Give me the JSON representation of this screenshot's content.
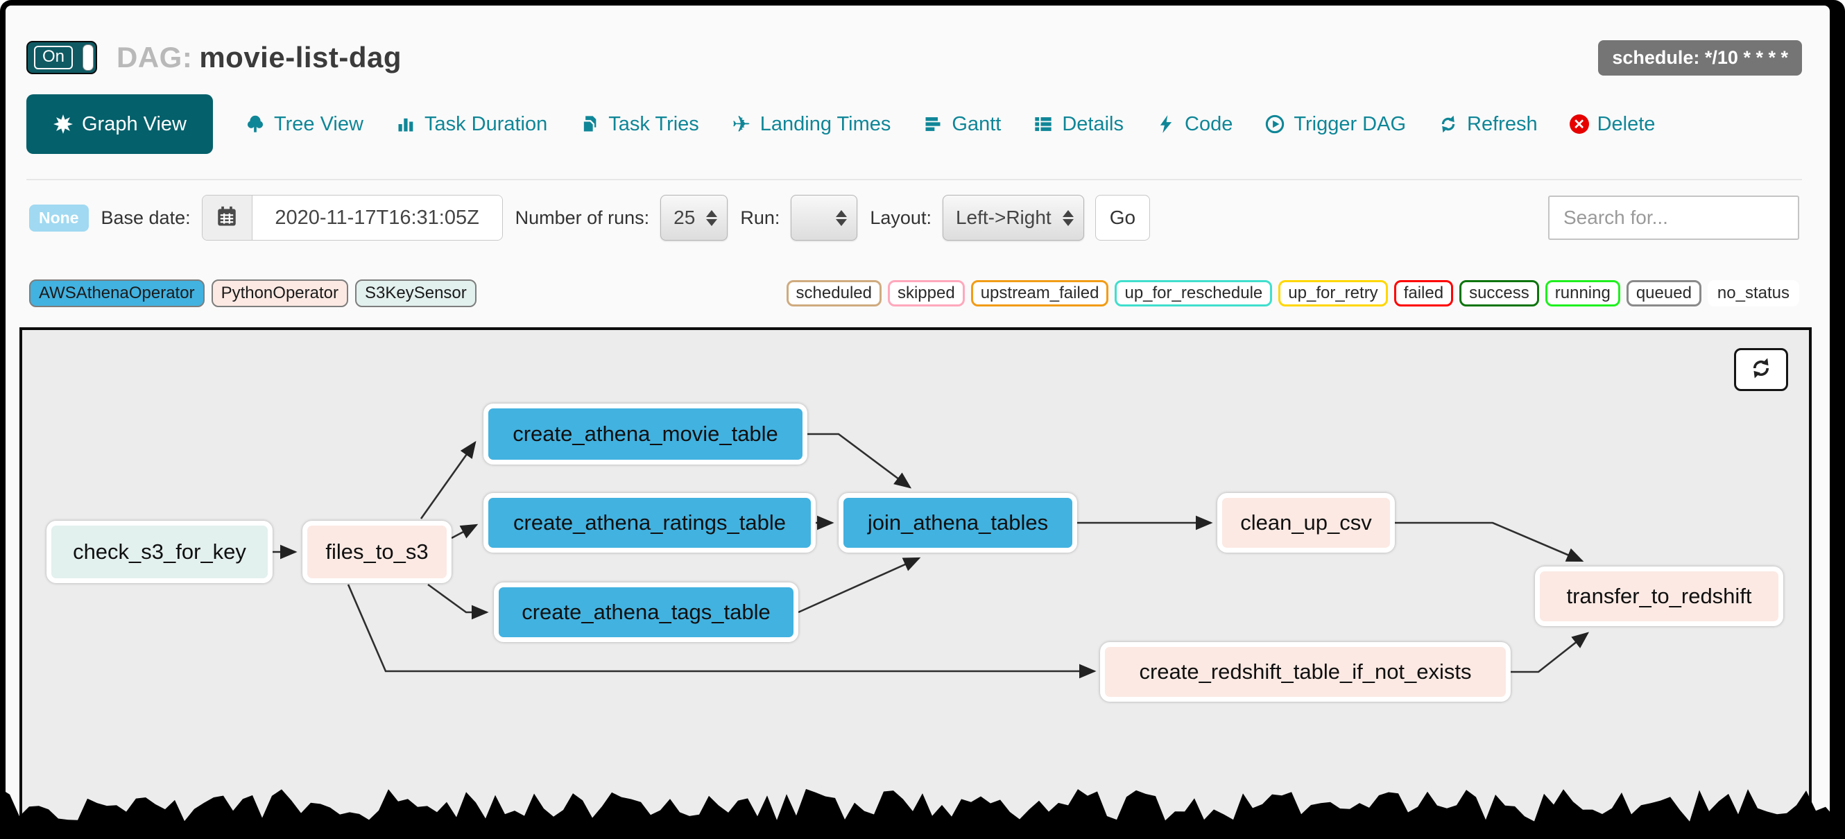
{
  "header": {
    "toggle_label": "On",
    "title_prefix": "DAG:",
    "dag_name": "movie-list-dag",
    "schedule_badge": "schedule: */10 * * * *"
  },
  "nav": {
    "items": [
      {
        "label": "Graph View",
        "icon": "sunburst-icon",
        "active": true
      },
      {
        "label": "Tree View",
        "icon": "tree-icon",
        "active": false
      },
      {
        "label": "Task Duration",
        "icon": "bar-chart-icon",
        "active": false
      },
      {
        "label": "Task Tries",
        "icon": "copy-icon",
        "active": false
      },
      {
        "label": "Landing Times",
        "icon": "plane-icon",
        "active": false
      },
      {
        "label": "Gantt",
        "icon": "gantt-icon",
        "active": false
      },
      {
        "label": "Details",
        "icon": "list-icon",
        "active": false
      },
      {
        "label": "Code",
        "icon": "bolt-icon",
        "active": false
      },
      {
        "label": "Trigger DAG",
        "icon": "play-circle-icon",
        "active": false
      },
      {
        "label": "Refresh",
        "icon": "refresh-icon",
        "active": false
      },
      {
        "label": "Delete",
        "icon": "delete-icon",
        "active": false
      }
    ]
  },
  "filters": {
    "none_badge": "None",
    "base_date_label": "Base date:",
    "base_date_value": "2020-11-17T16:31:05Z",
    "num_runs_label": "Number of runs:",
    "num_runs_value": "25",
    "run_label": "Run:",
    "run_value": "",
    "layout_label": "Layout:",
    "layout_value": "Left->Right",
    "go_label": "Go",
    "search_placeholder": "Search for..."
  },
  "legend": {
    "operators": [
      {
        "label": "AWSAthenaOperator",
        "color": "#42b2e0"
      },
      {
        "label": "PythonOperator",
        "color": "#fce9e3"
      },
      {
        "label": "S3KeySensor",
        "color": "#e2f0ee"
      }
    ],
    "states": [
      {
        "label": "scheduled",
        "color": "#cfab7f"
      },
      {
        "label": "skipped",
        "color": "#ffa8bc"
      },
      {
        "label": "upstream_failed",
        "color": "#f29c16"
      },
      {
        "label": "up_for_reschedule",
        "color": "#3fdfcd"
      },
      {
        "label": "up_for_retry",
        "color": "#ffd700"
      },
      {
        "label": "failed",
        "color": "#ff0000"
      },
      {
        "label": "success",
        "color": "#0c750c"
      },
      {
        "label": "running",
        "color": "#1ff01f"
      },
      {
        "label": "queued",
        "color": "#8a8a8a"
      },
      {
        "label": "no_status",
        "color": "#ffffff"
      }
    ]
  },
  "graph": {
    "nodes": [
      {
        "label": "check_s3_for_key",
        "operator": "S3KeySensor",
        "color": "#e2f0ee"
      },
      {
        "label": "files_to_s3",
        "operator": "PythonOperator",
        "color": "#fce9e3"
      },
      {
        "label": "create_athena_movie_table",
        "operator": "AWSAthenaOperator",
        "color": "#42b2e0"
      },
      {
        "label": "create_athena_ratings_table",
        "operator": "AWSAthenaOperator",
        "color": "#42b2e0"
      },
      {
        "label": "create_athena_tags_table",
        "operator": "AWSAthenaOperator",
        "color": "#42b2e0"
      },
      {
        "label": "join_athena_tables",
        "operator": "AWSAthenaOperator",
        "color": "#42b2e0"
      },
      {
        "label": "clean_up_csv",
        "operator": "PythonOperator",
        "color": "#fce9e3"
      },
      {
        "label": "create_redshift_table_if_not_exists",
        "operator": "PythonOperator",
        "color": "#fce9e3"
      },
      {
        "label": "transfer_to_redshift",
        "operator": "PythonOperator",
        "color": "#fce9e3"
      }
    ],
    "edges": [
      [
        "check_s3_for_key",
        "files_to_s3"
      ],
      [
        "files_to_s3",
        "create_athena_movie_table"
      ],
      [
        "files_to_s3",
        "create_athena_ratings_table"
      ],
      [
        "files_to_s3",
        "create_athena_tags_table"
      ],
      [
        "files_to_s3",
        "create_redshift_table_if_not_exists"
      ],
      [
        "create_athena_movie_table",
        "join_athena_tables"
      ],
      [
        "create_athena_ratings_table",
        "join_athena_tables"
      ],
      [
        "create_athena_tags_table",
        "join_athena_tables"
      ],
      [
        "join_athena_tables",
        "clean_up_csv"
      ],
      [
        "clean_up_csv",
        "transfer_to_redshift"
      ],
      [
        "create_redshift_table_if_not_exists",
        "transfer_to_redshift"
      ]
    ]
  }
}
